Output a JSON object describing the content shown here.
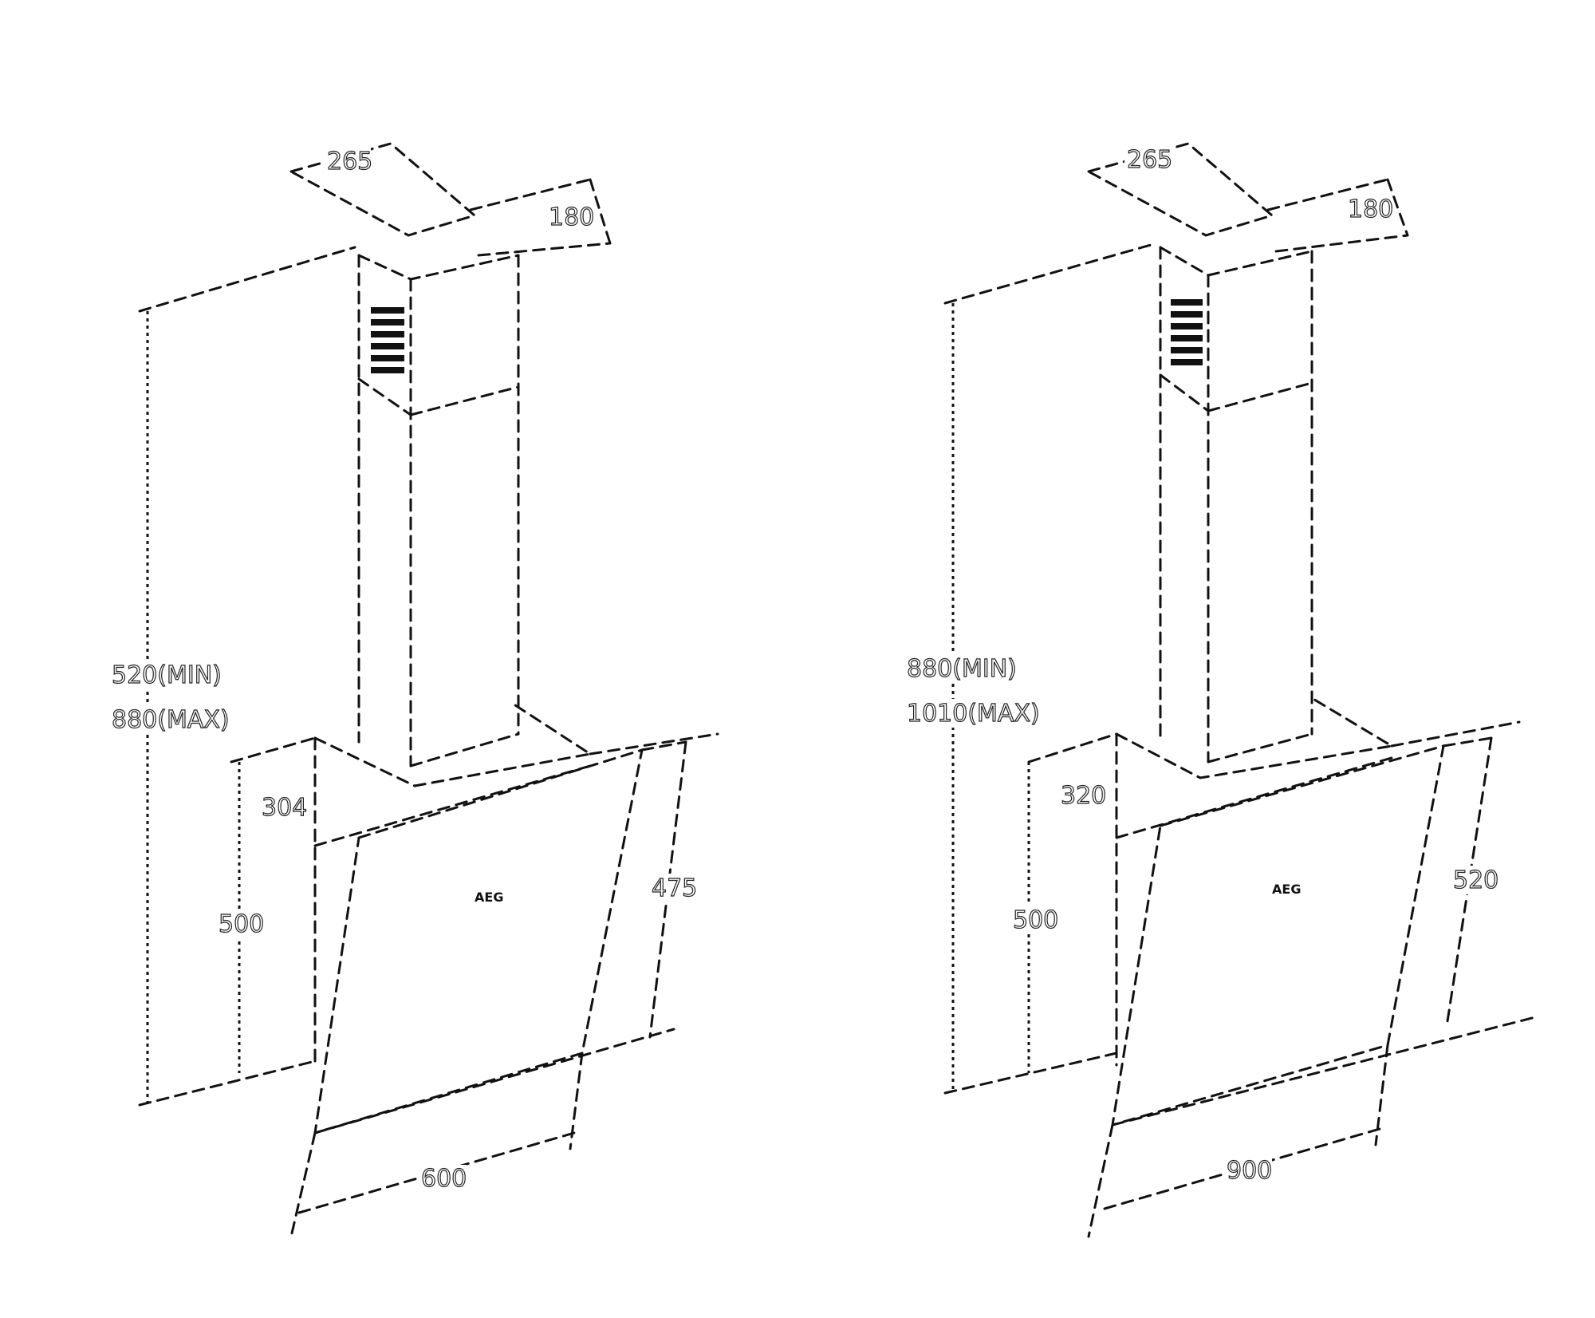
{
  "drawings": [
    {
      "dims": {
        "top_width": "265",
        "top_depth": "180",
        "total_height_line1": "520(MIN)",
        "total_height_line2": "880(MAX)",
        "hood_depth": "304",
        "front_height": "500",
        "panel_height": "475",
        "panel_width": "600"
      }
    },
    {
      "dims": {
        "top_width": "265",
        "top_depth": "180",
        "total_height_line1": "880(MIN)",
        "total_height_line2": "1010(MAX)",
        "hood_depth": "320",
        "front_height": "500",
        "panel_height": "520",
        "panel_width": "900"
      }
    }
  ]
}
